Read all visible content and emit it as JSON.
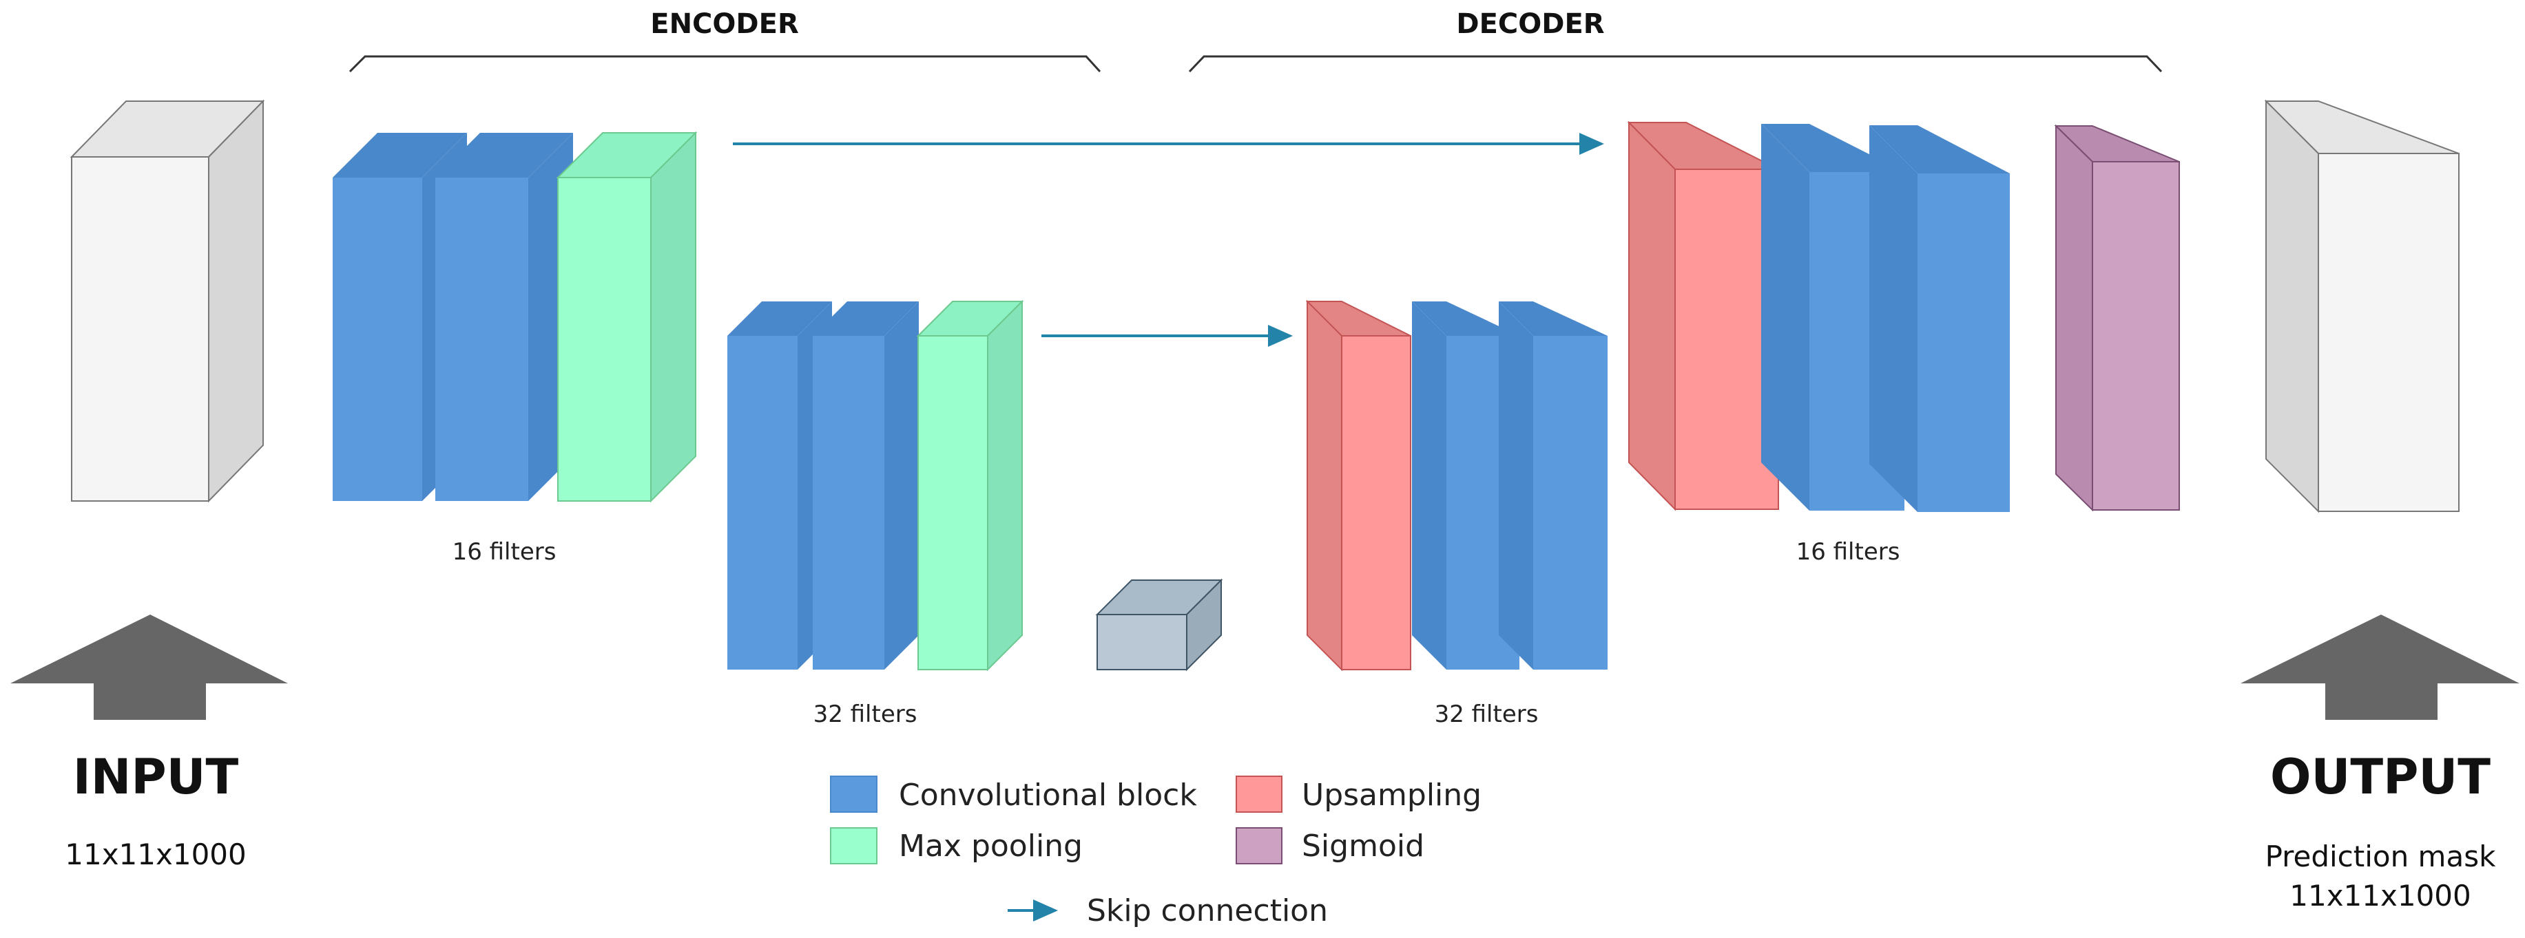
{
  "headers": {
    "encoder": "ENCODER",
    "decoder": "DECODER"
  },
  "io": {
    "input_title": "INPUT",
    "input_dims": "11x11x1000",
    "output_title": "OUTPUT",
    "output_desc": "Prediction mask",
    "output_dims": "11x11x1000"
  },
  "blocks": {
    "enc1_label": "16 filters",
    "enc2_label": "32 filters",
    "dec2_label": "32 filters",
    "dec1_label": "16 filters"
  },
  "legend": {
    "conv": "Convolutional block",
    "upsampling": "Upsampling",
    "maxpool": "Max pooling",
    "sigmoid": "Sigmoid",
    "skip": "Skip connection"
  },
  "colors": {
    "conv": "#5b9bdd",
    "maxpool": "#99ffcc",
    "upsampling": "#ff9999",
    "sigmoid": "#cca1c1",
    "io_box": "#f5f5f5",
    "bottleneck": "#b9c8d4",
    "arrow_gray": "#666666",
    "skip_arrow": "#2483a8"
  }
}
